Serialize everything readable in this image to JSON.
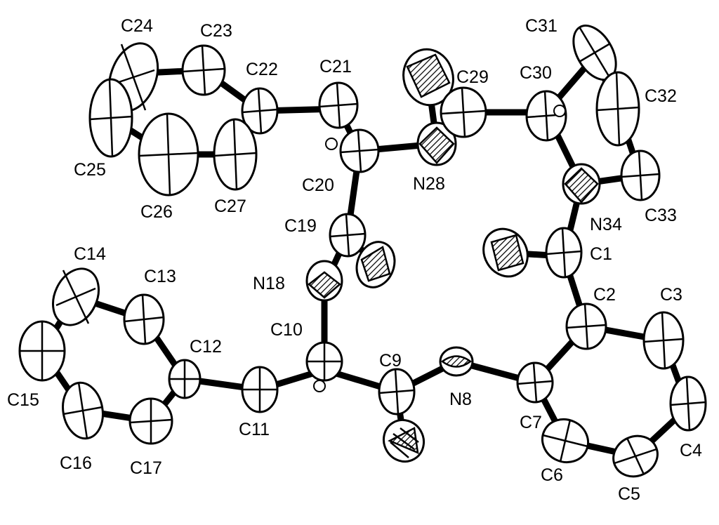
{
  "figure": {
    "atom_labels": {
      "C1": "C1",
      "C2": "C2",
      "C3": "C3",
      "C4": "C4",
      "C5": "C5",
      "C6": "C6",
      "C7": "C7",
      "N8": "N8",
      "C9": "C9",
      "C10": "C10",
      "C11": "C11",
      "C12": "C12",
      "C13": "C13",
      "C14": "C14",
      "C15": "C15",
      "C16": "C16",
      "C17": "C17",
      "N18": "N18",
      "C19": "C19",
      "C20": "C20",
      "C21": "C21",
      "C22": "C22",
      "C23": "C23",
      "C24": "C24",
      "C25": "C25",
      "C26": "C26",
      "C27": "C27",
      "N28": "N28",
      "C29": "C29",
      "C30": "C30",
      "C31": "C31",
      "C32": "C32",
      "C33": "C33",
      "N34": "N34"
    },
    "colors": {
      "ink": "#000000",
      "paper": "#ffffff"
    }
  }
}
